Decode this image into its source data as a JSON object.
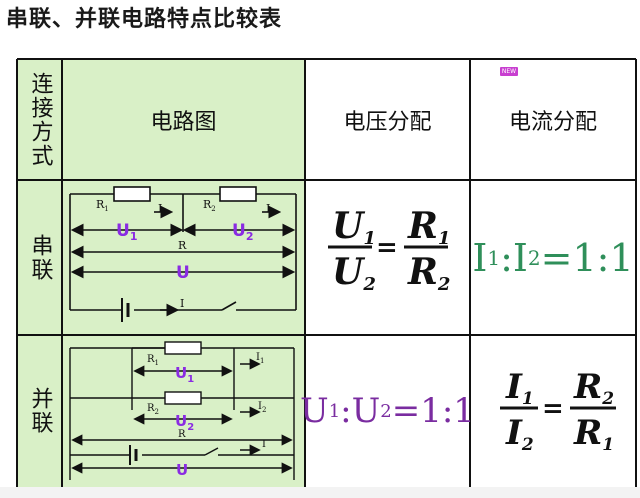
{
  "title": "串联、并联电路特点比较表",
  "header": {
    "connection": "连接方式",
    "circuit": "电路图",
    "voltage": "电压分配",
    "current": "电流分配"
  },
  "badge": "NEW",
  "rows": {
    "series": {
      "label": "串联",
      "diagram": {
        "R1": "R",
        "R1sub": "1",
        "I1": "I",
        "I1sub": "1",
        "R2": "R",
        "R2sub": "2",
        "I2": "I",
        "I2sub": "2",
        "U1": "U",
        "U1sub": "1",
        "U2": "U",
        "U2sub": "2",
        "R": "R",
        "U": "U",
        "I": "I"
      },
      "voltage": {
        "num": "U",
        "numsub": "1",
        "den": "U",
        "densub": "2",
        "rnum": "R",
        "rnumsub": "1",
        "rden": "R",
        "rdensub": "2",
        "eq": "="
      },
      "current": {
        "a": "I",
        "asub": "1",
        "b": "I",
        "bsub": "2",
        "colon": ":",
        "rest": "=1:1"
      }
    },
    "parallel": {
      "label": "并联",
      "diagram": {
        "R1": "R",
        "R1sub": "1",
        "I1": "I",
        "I1sub": "1",
        "R2": "R",
        "R2sub": "2",
        "I2": "I",
        "I2sub": "2",
        "U1": "U",
        "U1sub": "1",
        "U2": "U",
        "U2sub": "2",
        "R": "R",
        "I": "I",
        "U": "U"
      },
      "voltage": {
        "a": "U",
        "asub": "1",
        "b": "U",
        "bsub": "2",
        "colon": ":",
        "rest": "=1:1"
      },
      "current": {
        "num": "I",
        "numsub": "1",
        "den": "I",
        "densub": "2",
        "rnum": "R",
        "rnumsub": "2",
        "rden": "R",
        "rdensub": "1",
        "eq": "="
      }
    }
  },
  "colors": {
    "header_green": "#d9f0c7",
    "ratio_green": "#2f8f5a",
    "ratio_purple": "#7a2ca0",
    "label_purple": "#8a2be2"
  }
}
